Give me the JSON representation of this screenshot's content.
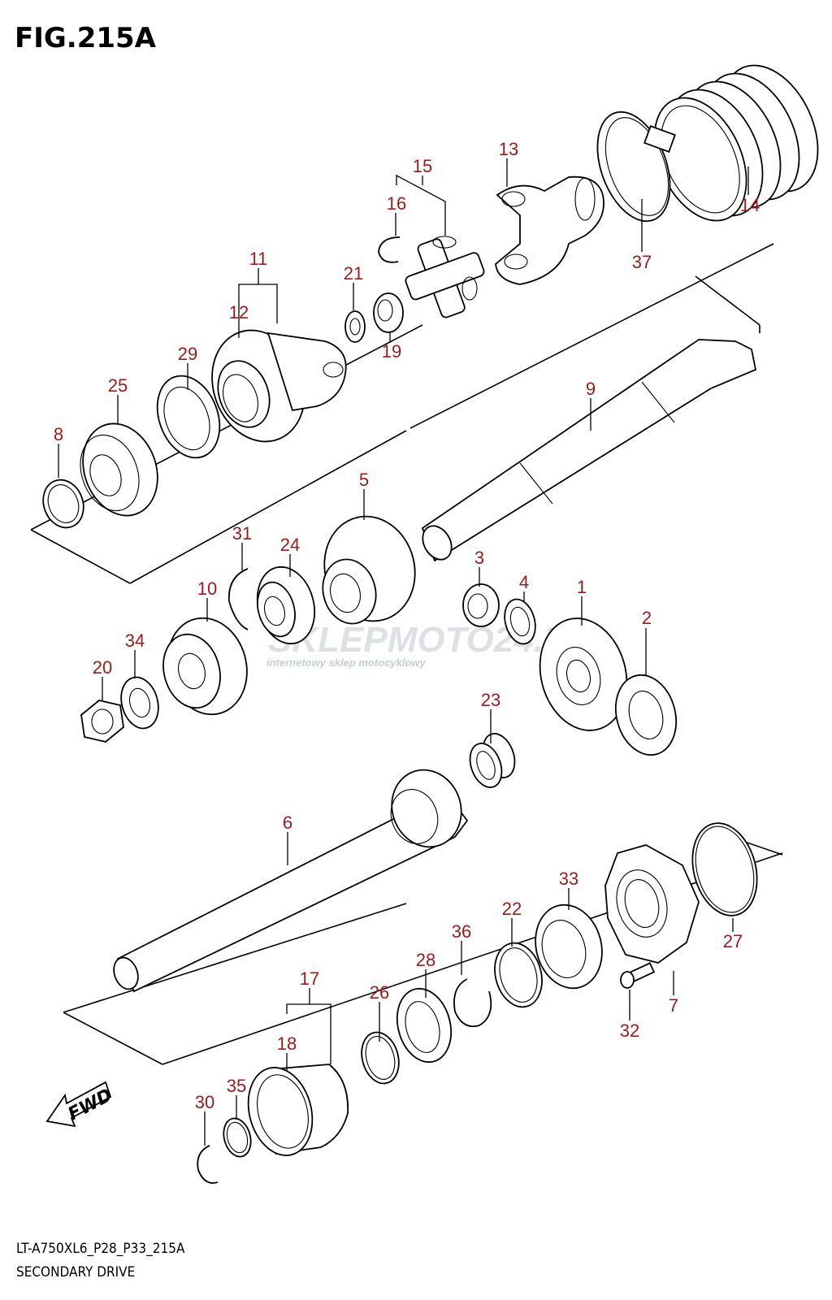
{
  "figure": {
    "title": "FIG.215A",
    "model_code": "LT-A750XL6_P28_P33_215A",
    "caption": "SECONDARY DRIVE",
    "direction_label": "FWD"
  },
  "watermark": {
    "brand": "SKLEPMOTO24.PL",
    "tagline": "internetowy sklep motocyklowy"
  },
  "callouts": [
    {
      "id": "c1",
      "label": "1"
    },
    {
      "id": "c2",
      "label": "2"
    },
    {
      "id": "c3",
      "label": "3"
    },
    {
      "id": "c4",
      "label": "4"
    },
    {
      "id": "c5",
      "label": "5"
    },
    {
      "id": "c6",
      "label": "6"
    },
    {
      "id": "c7",
      "label": "7"
    },
    {
      "id": "c8",
      "label": "8"
    },
    {
      "id": "c9",
      "label": "9"
    },
    {
      "id": "c10",
      "label": "10"
    },
    {
      "id": "c11",
      "label": "11"
    },
    {
      "id": "c12",
      "label": "12"
    },
    {
      "id": "c13",
      "label": "13"
    },
    {
      "id": "c14",
      "label": "14"
    },
    {
      "id": "c15",
      "label": "15"
    },
    {
      "id": "c16",
      "label": "16"
    },
    {
      "id": "c17",
      "label": "17"
    },
    {
      "id": "c18",
      "label": "18"
    },
    {
      "id": "c19",
      "label": "19"
    },
    {
      "id": "c20",
      "label": "20"
    },
    {
      "id": "c21",
      "label": "21"
    },
    {
      "id": "c22",
      "label": "22"
    },
    {
      "id": "c23",
      "label": "23"
    },
    {
      "id": "c24",
      "label": "24"
    },
    {
      "id": "c25",
      "label": "25"
    },
    {
      "id": "c26",
      "label": "26"
    },
    {
      "id": "c27",
      "label": "27"
    },
    {
      "id": "c28",
      "label": "28"
    },
    {
      "id": "c29",
      "label": "29"
    },
    {
      "id": "c30",
      "label": "30"
    },
    {
      "id": "c31",
      "label": "31"
    },
    {
      "id": "c32",
      "label": "32"
    },
    {
      "id": "c33",
      "label": "33"
    },
    {
      "id": "c34",
      "label": "34"
    },
    {
      "id": "c35",
      "label": "35"
    },
    {
      "id": "c36",
      "label": "36"
    },
    {
      "id": "c37",
      "label": "37"
    }
  ]
}
